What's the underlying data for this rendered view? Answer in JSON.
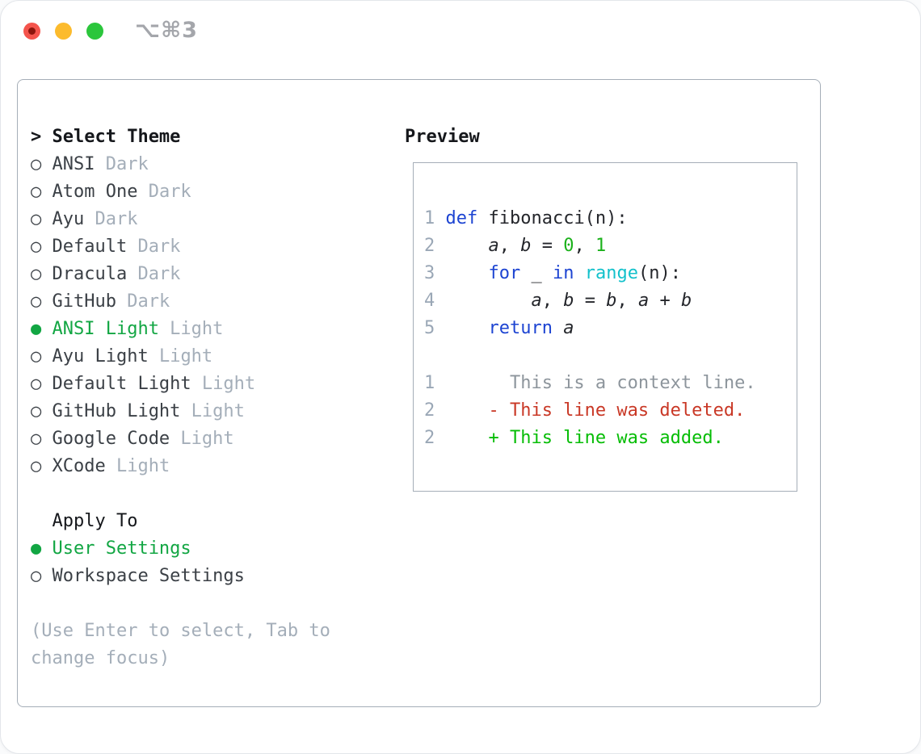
{
  "window": {
    "title": "⌥⌘3"
  },
  "colors": {
    "traffic-red": "#f4544c",
    "traffic-red-dot": "#8c150c",
    "traffic-yellow": "#fcbb2d",
    "traffic-green": "#2bc63c",
    "title": "#a4a6ab",
    "border": "#a5aeb8",
    "ink": "#15171b",
    "fg-item": "#3b4046",
    "fg-code": "#24262b",
    "dim": "#a4aeb9",
    "ln": "#9aa7b6",
    "sel": "#12a643",
    "kw": "#1d44d2",
    "builtin": "#13c1cb",
    "num": "#1bb11b",
    "ctx": "#8d959c",
    "del": "#c93826",
    "add": "#06bd06"
  },
  "glyphs": {
    "radio_on": "●",
    "radio_off": "○",
    "prompt": "> "
  },
  "theme_list": {
    "header": "Select Theme",
    "header_prefix": "> ",
    "items": [
      {
        "name": "ANSI",
        "variant": "Dark",
        "selected": false
      },
      {
        "name": "Atom One",
        "variant": "Dark",
        "selected": false
      },
      {
        "name": "Ayu",
        "variant": "Dark",
        "selected": false
      },
      {
        "name": "Default",
        "variant": "Dark",
        "selected": false
      },
      {
        "name": "Dracula",
        "variant": "Dark",
        "selected": false
      },
      {
        "name": "GitHub",
        "variant": "Dark",
        "selected": false
      },
      {
        "name": "ANSI Light",
        "variant": "Light",
        "selected": true
      },
      {
        "name": "Ayu Light",
        "variant": "Light",
        "selected": false
      },
      {
        "name": "Default Light",
        "variant": "Light",
        "selected": false
      },
      {
        "name": "GitHub Light",
        "variant": "Light",
        "selected": false
      },
      {
        "name": "Google Code",
        "variant": "Light",
        "selected": false
      },
      {
        "name": "XCode",
        "variant": "Light",
        "selected": false
      }
    ]
  },
  "apply_to": {
    "header": "Apply To",
    "options": [
      {
        "label": "User Settings",
        "selected": true
      },
      {
        "label": "Workspace Settings",
        "selected": false
      }
    ]
  },
  "hint_lines": [
    "(Use Enter to select, Tab to",
    "change focus)"
  ],
  "preview": {
    "header": "Preview",
    "code_lines": [
      {
        "num": "1",
        "segments": [
          {
            "text": "def",
            "style": "kw"
          },
          {
            "text": " fibonacci(n):",
            "style": "fg"
          }
        ]
      },
      {
        "num": "2",
        "segments": [
          {
            "text": "    ",
            "style": "fg"
          },
          {
            "text": "a",
            "style": "var"
          },
          {
            "text": ", ",
            "style": "fg"
          },
          {
            "text": "b",
            "style": "var"
          },
          {
            "text": " = ",
            "style": "fg"
          },
          {
            "text": "0",
            "style": "num"
          },
          {
            "text": ", ",
            "style": "fg"
          },
          {
            "text": "1",
            "style": "num"
          }
        ]
      },
      {
        "num": "3",
        "segments": [
          {
            "text": "    ",
            "style": "fg"
          },
          {
            "text": "for",
            "style": "kw"
          },
          {
            "text": " _ ",
            "style": "fg"
          },
          {
            "text": "in",
            "style": "kw"
          },
          {
            "text": " ",
            "style": "fg"
          },
          {
            "text": "range",
            "style": "builtin"
          },
          {
            "text": "(n):",
            "style": "fg"
          }
        ]
      },
      {
        "num": "4",
        "segments": [
          {
            "text": "        ",
            "style": "fg"
          },
          {
            "text": "a",
            "style": "var"
          },
          {
            "text": ", ",
            "style": "fg"
          },
          {
            "text": "b",
            "style": "var"
          },
          {
            "text": " = ",
            "style": "fg"
          },
          {
            "text": "b",
            "style": "var"
          },
          {
            "text": ", ",
            "style": "fg"
          },
          {
            "text": "a",
            "style": "var"
          },
          {
            "text": " + ",
            "style": "fg"
          },
          {
            "text": "b",
            "style": "var"
          }
        ]
      },
      {
        "num": "5",
        "segments": [
          {
            "text": "    ",
            "style": "fg"
          },
          {
            "text": "return",
            "style": "kw"
          },
          {
            "text": " ",
            "style": "fg"
          },
          {
            "text": "a",
            "style": "var"
          }
        ]
      },
      {
        "num": "",
        "segments": []
      },
      {
        "num": "1",
        "segments": [
          {
            "text": "      This is a context line.",
            "style": "ctx"
          }
        ]
      },
      {
        "num": "2",
        "segments": [
          {
            "text": "    - This line was deleted.",
            "style": "del"
          }
        ]
      },
      {
        "num": "2",
        "segments": [
          {
            "text": "    + This line was added.",
            "style": "add"
          }
        ]
      }
    ]
  }
}
